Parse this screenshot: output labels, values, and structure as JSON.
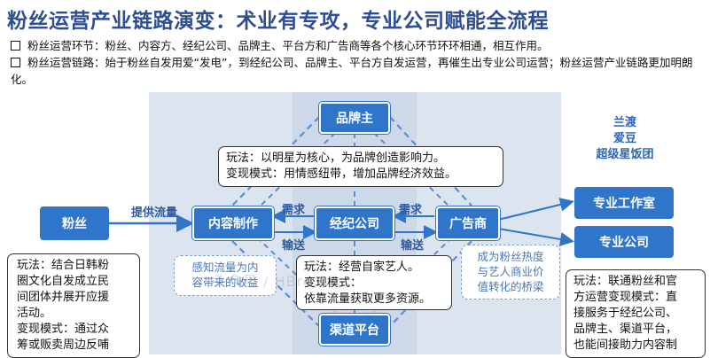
{
  "header": {
    "title": "粉丝运营产业链路演变：术业有专攻，专业公司赋能全流程"
  },
  "bullets": [
    "粉丝运营环节：粉丝、内容方、经纪公司、品牌主、平台方和广告商等各个核心环节环环相通，相互作用。",
    "粉丝运营链路：始于粉丝自发用爱“发电”，到经纪公司、品牌主、平台方自发运营，再催生出专业公司运营；粉丝运营产业链路更加明朗化。"
  ],
  "nodes": {
    "fans": "粉丝",
    "content": "内容制作",
    "agency": "经纪公司",
    "brand": "品牌主",
    "ad": "广告商",
    "channel": "渠道平台",
    "studio": "专业工作室",
    "company": "专业公司"
  },
  "edge_labels": {
    "provide_traffic": "提供流量",
    "demand_left": "需求",
    "demand_right": "需求",
    "deliver_left": "输送",
    "deliver_right": "输送"
  },
  "boxes": {
    "brand_desc": [
      "玩法：以明星为核心，为品牌创造影响力。",
      "变现模式：用情感纽带，增加品牌经济效益。"
    ],
    "agency_desc": [
      "玩法：经营自家艺人。",
      "变现模式：",
      "依靠流量获取更多资源。"
    ],
    "fans_desc": [
      "玩法：结合日韩粉",
      "圈文化自发成立民",
      "间团体并展开应援",
      "活动。",
      "变现模式：通过众",
      "筹或贩卖周边反哺"
    ],
    "pro_desc": [
      "玩法：联通粉丝和官",
      "方运营变现模式：直",
      "接服务于经纪公司、",
      "品牌主、渠道平台，",
      "也能间接助力内容制"
    ],
    "content_note": [
      "感知流量为内",
      "容带来的收益"
    ],
    "ad_note": [
      "成为粉丝热度",
      "与艺人商业价",
      "值转化的桥梁"
    ]
  },
  "brands": [
    "兰渡",
    "爱豆",
    "超级星饭团"
  ],
  "watermark": "头条号 / HBre...",
  "colors": {
    "title": "#2f4e8f",
    "node": "#2f75c9",
    "panel": "#dbe4ef",
    "panel_center": "#cdd9e8",
    "dashed_note": "#4d78b2"
  }
}
